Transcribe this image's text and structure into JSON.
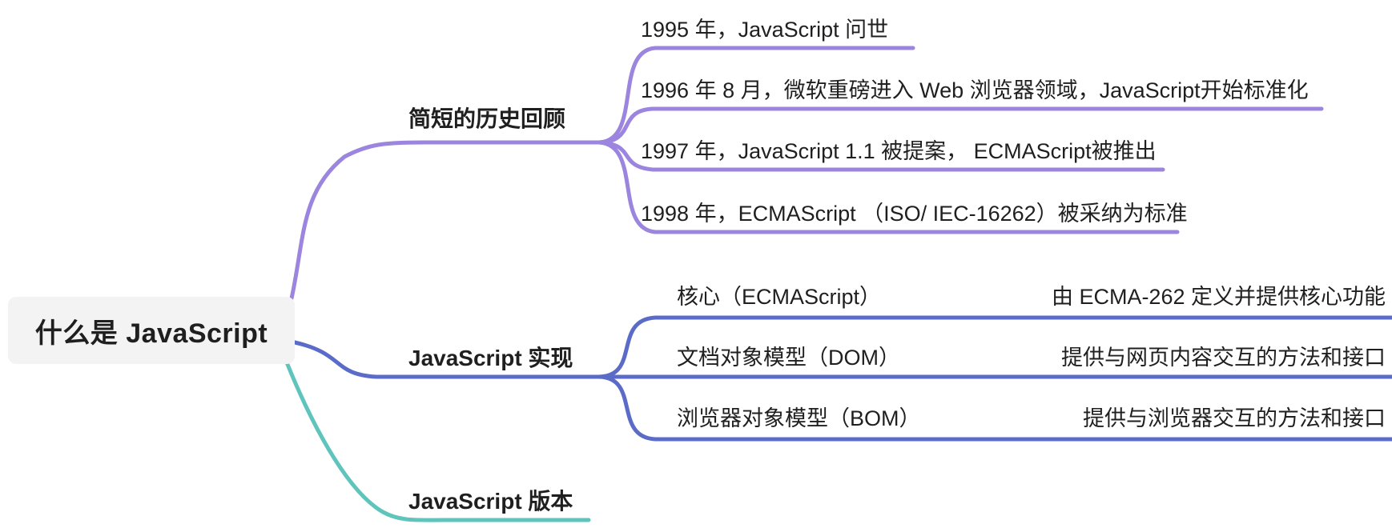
{
  "root": {
    "label": "什么是 JavaScript"
  },
  "branches": [
    {
      "id": "history",
      "label": "简短的历史回顾",
      "color": "#9c85de",
      "children": [
        {
          "label": "1995 年，JavaScript 问世"
        },
        {
          "label": "1996 年 8 月，微软重磅进入 Web 浏览器领域，JavaScript开始标准化"
        },
        {
          "label": "1997 年，JavaScript 1.1 被提案， ECMAScript被推出"
        },
        {
          "label": "1998 年，ECMAScript （ISO/ IEC-16262）被采纳为标准"
        }
      ]
    },
    {
      "id": "implementation",
      "label": "JavaScript 实现",
      "color": "#5b6cc8",
      "children": [
        {
          "label": "核心（ECMAScript）",
          "detail": "由 ECMA-262 定义并提供核心功能"
        },
        {
          "label": "文档对象模型（DOM）",
          "detail": "提供与网页内容交互的方法和接口"
        },
        {
          "label": "浏览器对象模型（BOM）",
          "detail": "提供与浏览器交互的方法和接口"
        }
      ]
    },
    {
      "id": "version",
      "label": "JavaScript 版本",
      "color": "#5fc4bc",
      "children": []
    }
  ],
  "colors": {
    "branch_history": "#9c85de",
    "branch_implementation": "#5b6cc8",
    "branch_version": "#5fc4bc",
    "root_background": "#f3f3f4",
    "text": "#1f1f1f"
  }
}
